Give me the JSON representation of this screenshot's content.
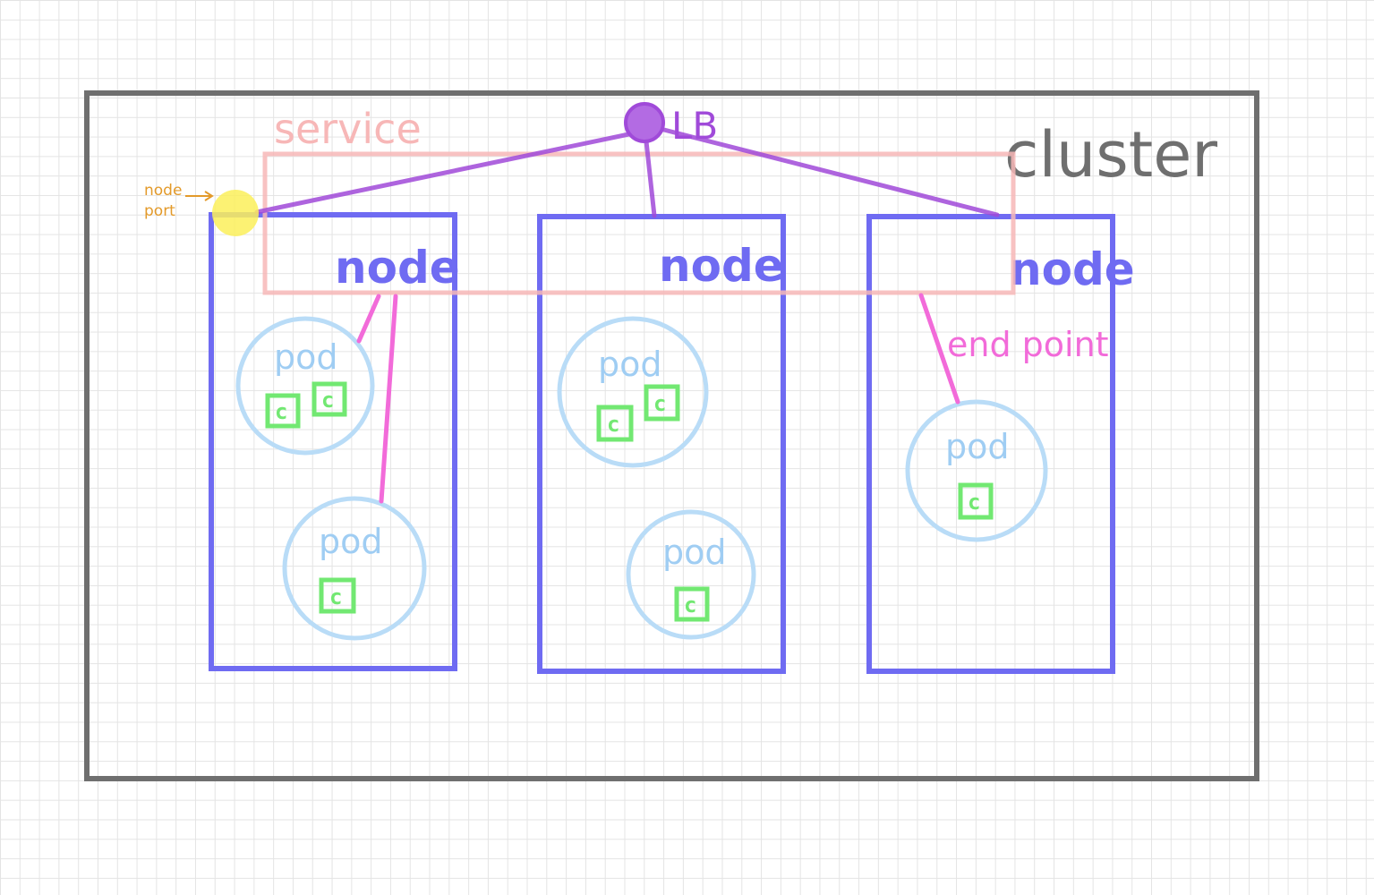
{
  "labels": {
    "cluster": "cluster",
    "service": "service",
    "lb": "LB",
    "node_port_line1": "node",
    "node_port_line2": "port",
    "endpoint": "end point"
  },
  "nodes": [
    {
      "label": "node",
      "pods": [
        {
          "label": "pod",
          "containers": [
            "c",
            "c"
          ]
        },
        {
          "label": "pod",
          "containers": [
            "c"
          ]
        }
      ]
    },
    {
      "label": "node",
      "pods": [
        {
          "label": "pod",
          "containers": [
            "c",
            "c"
          ]
        },
        {
          "label": "pod",
          "containers": [
            "c"
          ]
        }
      ]
    },
    {
      "label": "node",
      "pods": [
        {
          "label": "pod",
          "containers": [
            "c"
          ]
        }
      ]
    }
  ],
  "colors": {
    "cluster": "#6f6f6f",
    "service": "#f7b7b7",
    "node": "#6f6bf2",
    "pod": "#b9dcf7",
    "pod_text": "#9fcdf3",
    "container": "#72e872",
    "lb": "#a04ad9",
    "lb_fill": "#b36be3",
    "endpoint": "#f26bd9",
    "node_port_dot": "#fbf05a",
    "node_port_text": "#e39a2a"
  }
}
